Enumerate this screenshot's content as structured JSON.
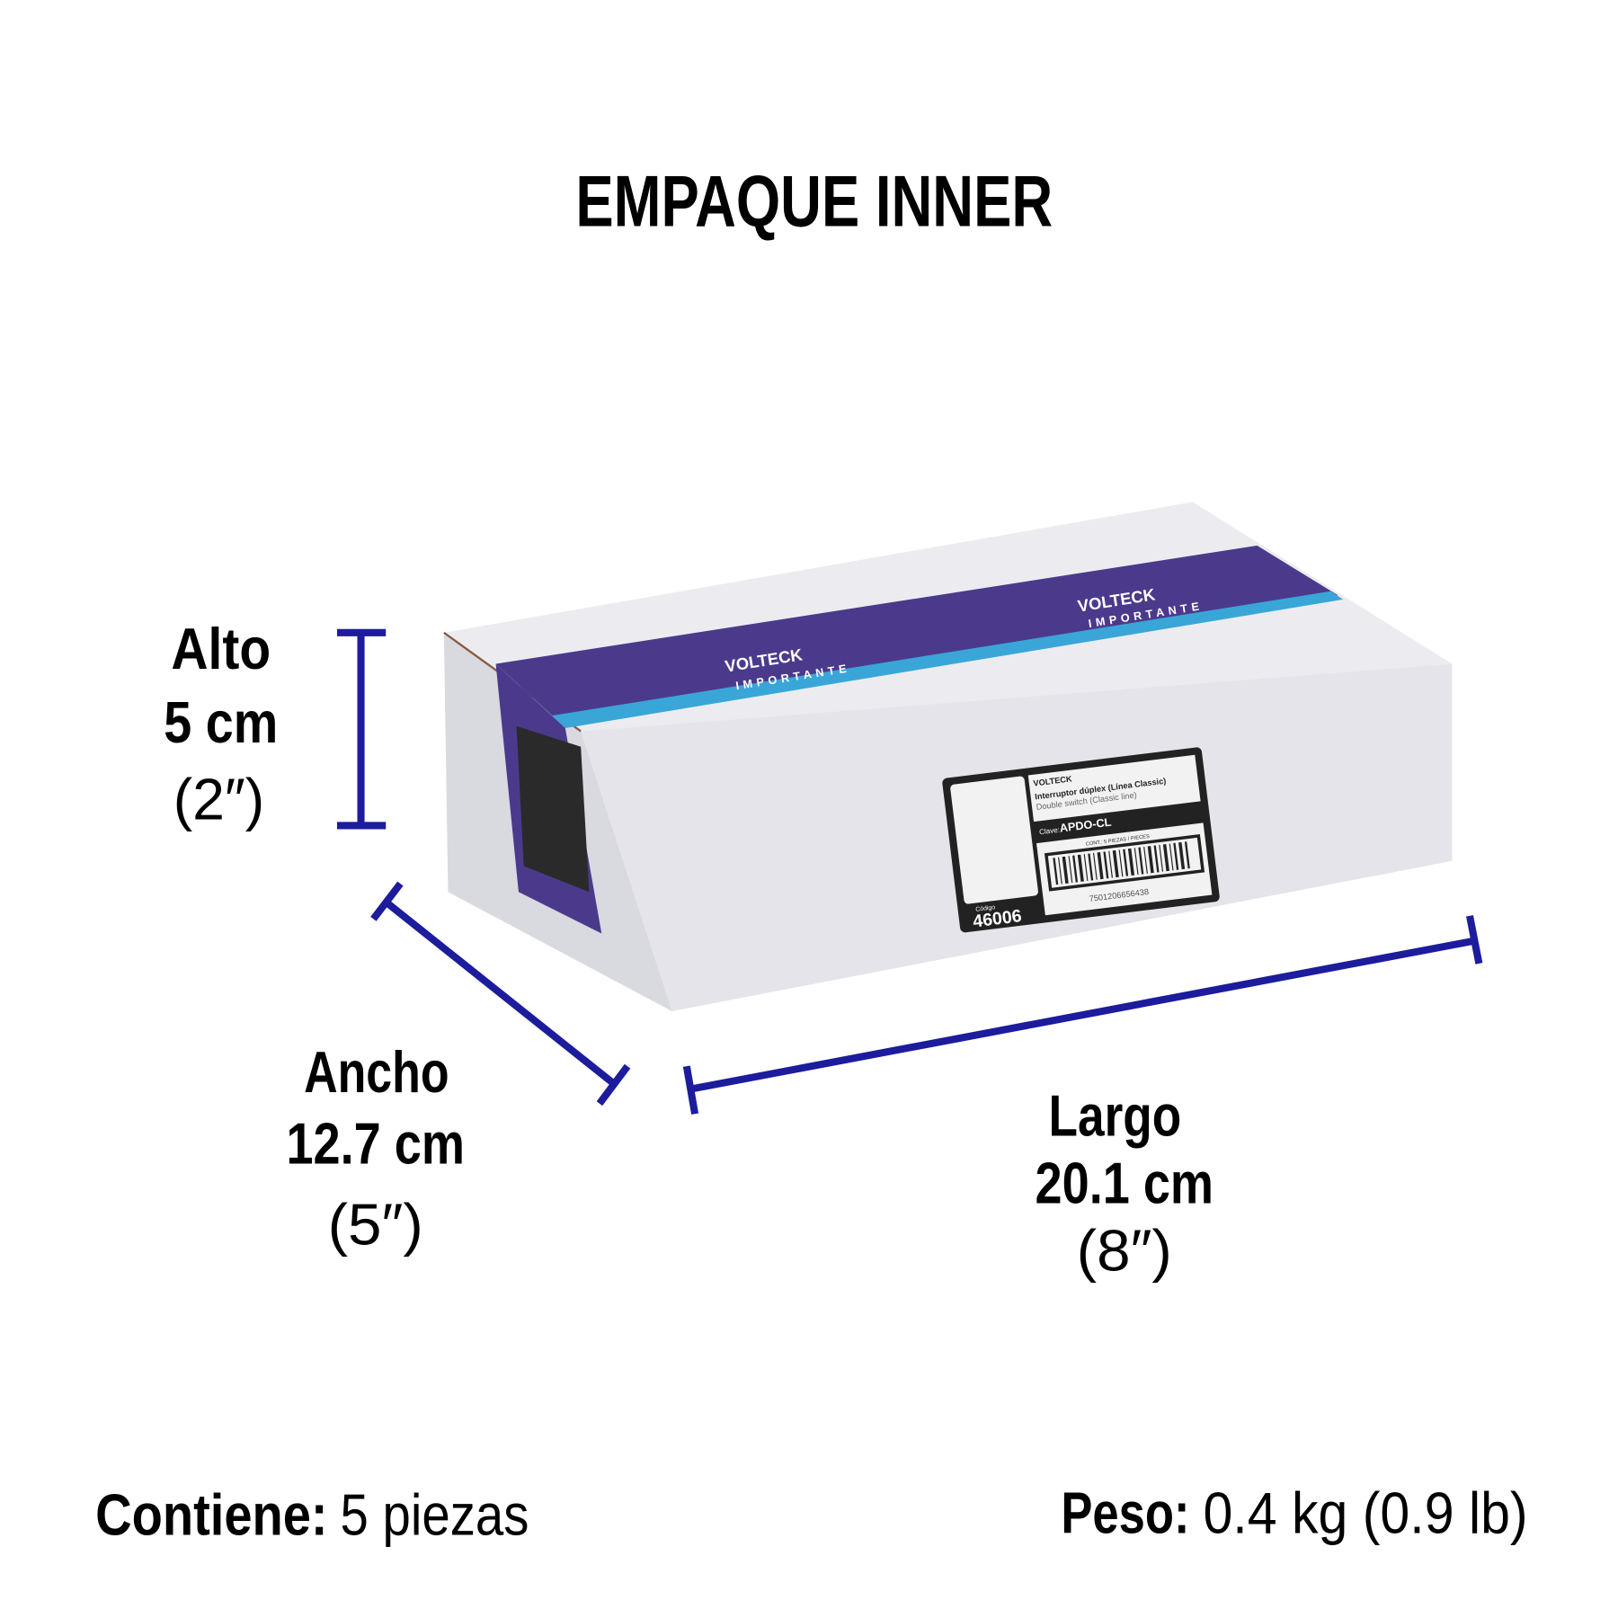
{
  "title": "EMPAQUE INNER",
  "colors": {
    "dimension_line": "#1c1c9c",
    "tape_purple": "#4b3a8c",
    "tape_stripe": "#3aa6d8",
    "box_white": "#e9e9ee"
  },
  "dimensions": {
    "alto": {
      "label": "Alto",
      "metric": "5 cm",
      "imperial": "(2″)"
    },
    "ancho": {
      "label": "Ancho",
      "metric": "12.7 cm",
      "imperial": "(5″)"
    },
    "largo": {
      "label": "Largo",
      "metric": "20.1 cm",
      "imperial": "(8″)"
    }
  },
  "footer": {
    "contains_label": "Contiene:",
    "contains_value": "5 piezas",
    "weight_label": "Peso:",
    "weight_value": "0.4 kg (0.9 lb)"
  },
  "box_label": {
    "brand": "VOLTECK",
    "product_es": "Interruptor dúplex (Línea Classic)",
    "product_en": "Double switch (Classic line)",
    "clave_label": "Clave:",
    "clave": "APDO-CL",
    "cont": "CONT.: 5 PIEZAS / PIECES",
    "barcode": "7501206656438",
    "codigo_label": "Código",
    "codigo": "46006"
  },
  "tape": {
    "brand": "VOLTECK",
    "text": "IMPORTANTE"
  }
}
